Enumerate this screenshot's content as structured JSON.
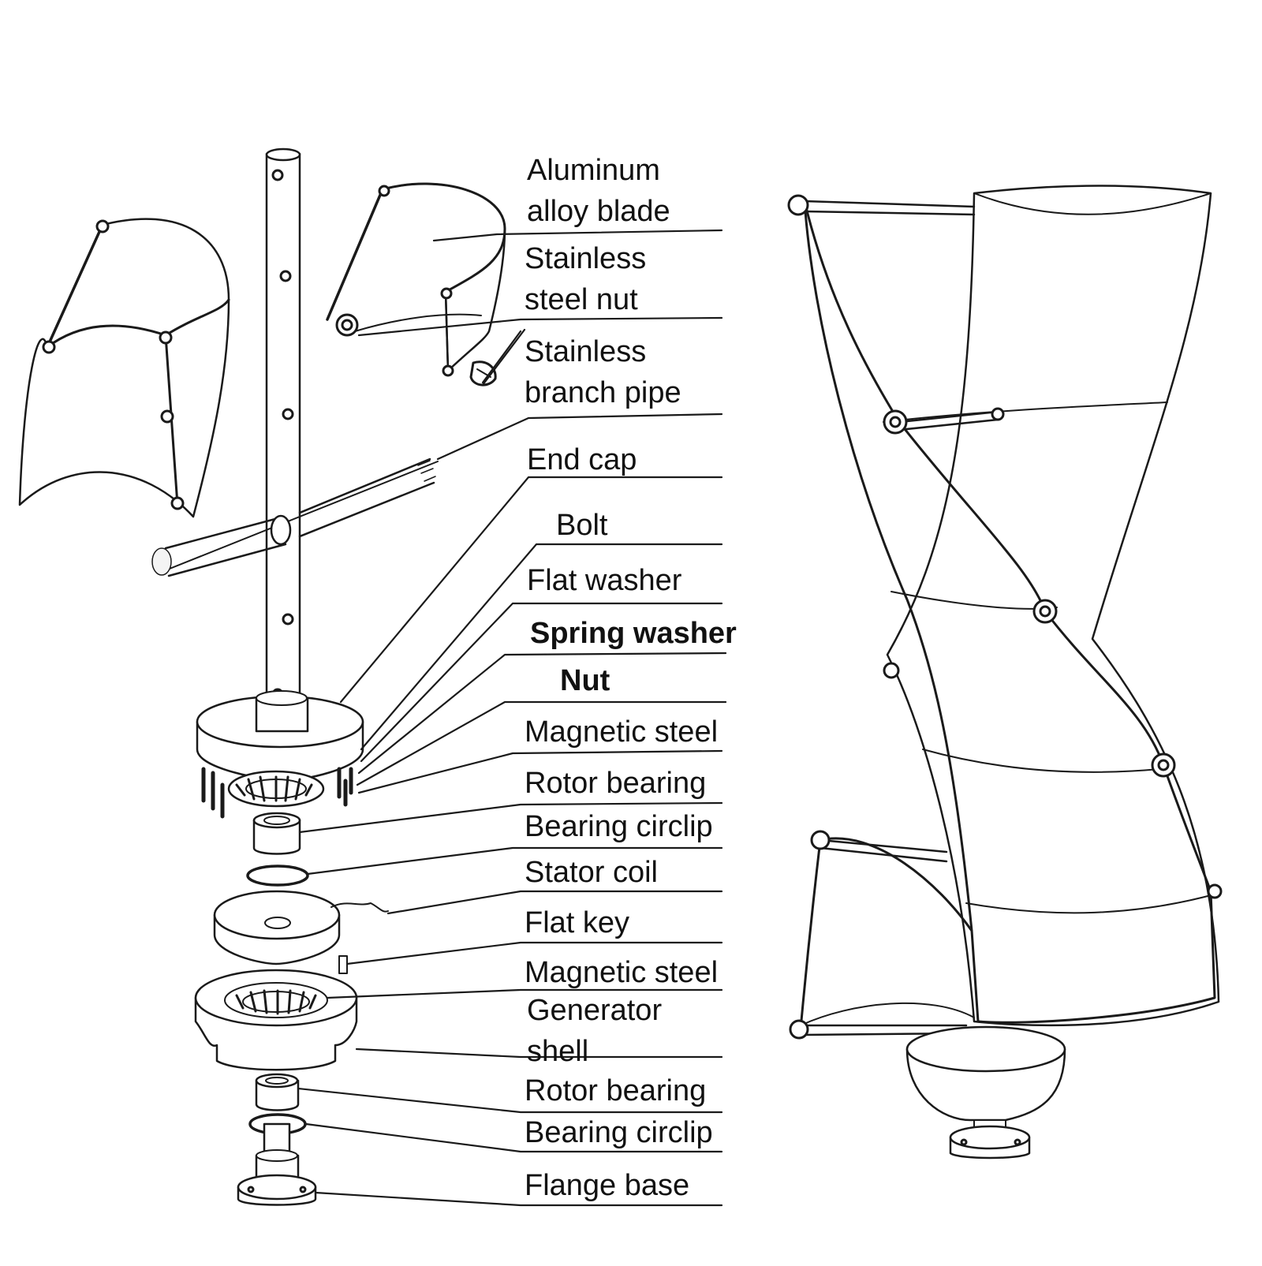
{
  "labels": [
    {
      "id": "aluminum-alloy-blade",
      "lines": [
        "Aluminum",
        "alloy blade"
      ],
      "bold": false
    },
    {
      "id": "stainless-steel-nut",
      "lines": [
        "Stainless",
        "steel nut"
      ],
      "bold": false
    },
    {
      "id": "stainless-branch-pipe",
      "lines": [
        "Stainless",
        "branch pipe"
      ],
      "bold": false
    },
    {
      "id": "end-cap",
      "lines": [
        "End cap"
      ],
      "bold": false
    },
    {
      "id": "bolt",
      "lines": [
        "Bolt"
      ],
      "bold": false
    },
    {
      "id": "flat-washer",
      "lines": [
        "Flat washer"
      ],
      "bold": false
    },
    {
      "id": "spring-washer",
      "lines": [
        "Spring washer"
      ],
      "bold": true
    },
    {
      "id": "nut",
      "lines": [
        "Nut"
      ],
      "bold": true
    },
    {
      "id": "magnetic-steel-1",
      "lines": [
        "Magnetic steel"
      ],
      "bold": false
    },
    {
      "id": "rotor-bearing-1",
      "lines": [
        "Rotor bearing"
      ],
      "bold": false
    },
    {
      "id": "bearing-circlip-1",
      "lines": [
        "Bearing circlip"
      ],
      "bold": false
    },
    {
      "id": "stator-coil",
      "lines": [
        "Stator coil"
      ],
      "bold": false
    },
    {
      "id": "flat-key",
      "lines": [
        "Flat key"
      ],
      "bold": false
    },
    {
      "id": "magnetic-steel-2",
      "lines": [
        "Magnetic steel"
      ],
      "bold": false
    },
    {
      "id": "generator-shell",
      "lines": [
        "Generator",
        "shell"
      ],
      "bold": false
    },
    {
      "id": "rotor-bearing-2",
      "lines": [
        "Rotor bearing"
      ],
      "bold": false
    },
    {
      "id": "bearing-circlip-2",
      "lines": [
        "Bearing circlip"
      ],
      "bold": false
    },
    {
      "id": "flange-base",
      "lines": [
        "Flange base"
      ],
      "bold": false
    }
  ],
  "colors": {
    "line": "#1a1a1a",
    "paper": "#ffffff",
    "text": "#111111"
  }
}
